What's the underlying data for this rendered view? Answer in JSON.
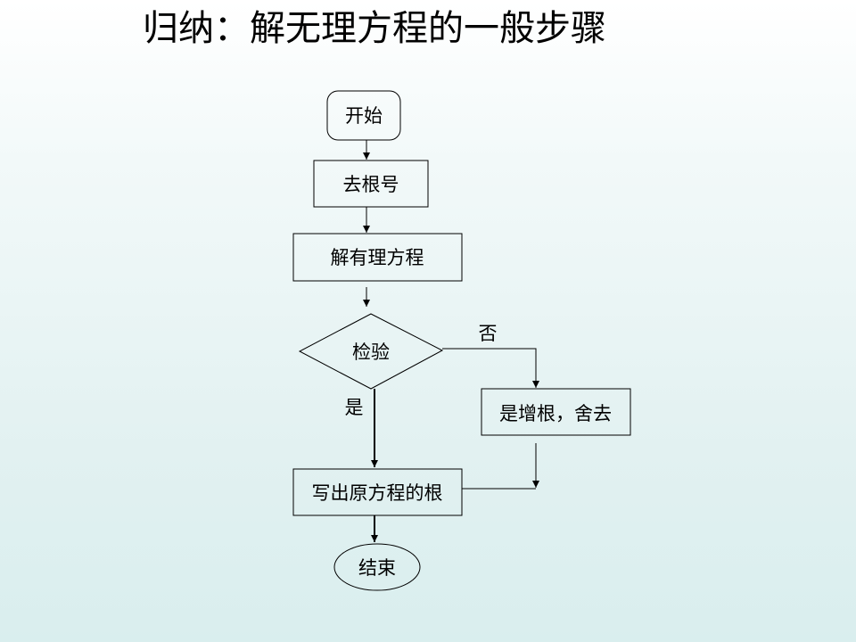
{
  "title": "归纳：解无理方程的一般步骤",
  "nodes": {
    "start": "开始",
    "remove_radical": "去根号",
    "solve_rational": "解有理方程",
    "check": "检验",
    "extraneous_root": "是增根，舍去",
    "write_roots": "写出原方程的根",
    "end": "结束"
  },
  "edge_labels": {
    "no": "否",
    "yes": "是"
  },
  "colors": {
    "background_top": "#ffffff",
    "background_bottom": "#d9eeee",
    "stroke": "#000000",
    "text": "#000000"
  }
}
